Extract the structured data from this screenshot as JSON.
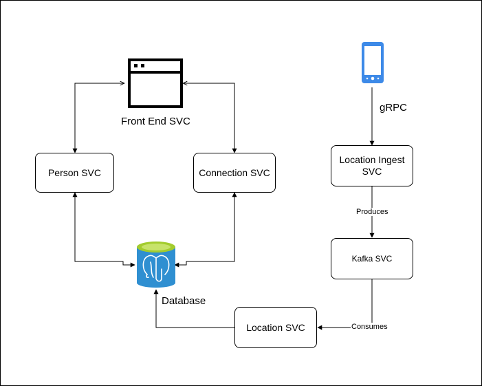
{
  "nodes": {
    "front_end": "Front End SVC",
    "person": "Person SVC",
    "connection": "Connection SVC",
    "database": "Database",
    "location_ingest": "Location Ingest SVC",
    "kafka": "Kafka SVC",
    "location": "Location SVC"
  },
  "edges": {
    "grpc": "gRPC",
    "produces": "Produces",
    "consumes": "Consumes"
  },
  "colors": {
    "line": "#000000",
    "phone_blue": "#3d8ae8",
    "db_blue": "#2f8fd1",
    "db_green": "#a3cc2e"
  },
  "icons": {
    "browser": "browser-window-icon",
    "phone": "smartphone-icon",
    "database": "postgresql-database-icon"
  }
}
